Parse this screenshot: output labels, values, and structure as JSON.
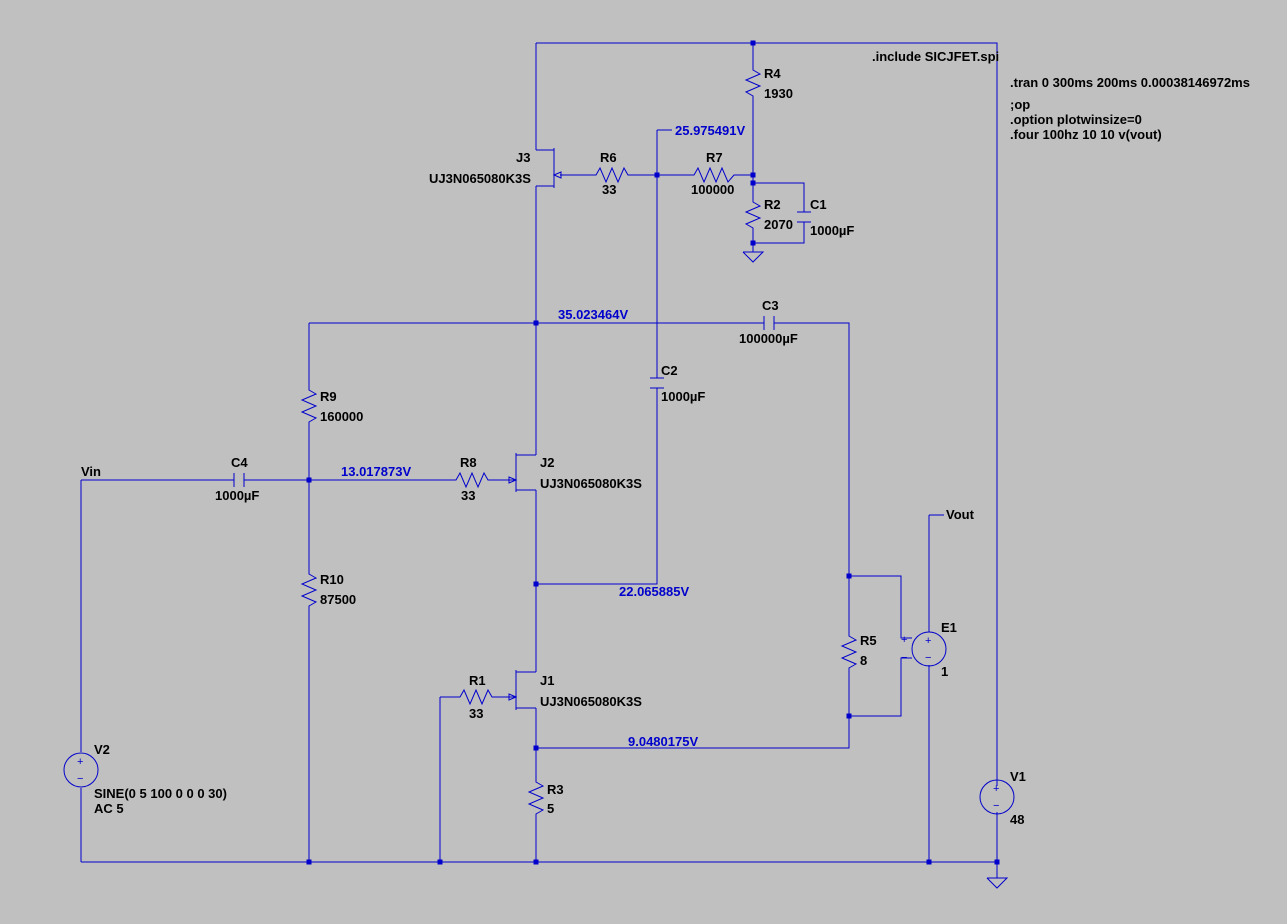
{
  "directives": {
    "include": ".include SICJFET.spi",
    "tran": ".tran 0 300ms 200ms 0.00038146972ms",
    "op": ";op",
    "option": ".option plotwinsize=0",
    "four": ".four 100hz 10 10 v(vout)"
  },
  "nodes": {
    "v_gate3": "25.975491V",
    "v_rail": "35.023464V",
    "v_gate2": "13.017873V",
    "v_mid": "22.065885V",
    "v_src1": "9.0480175V",
    "vin": "Vin",
    "vout": "Vout"
  },
  "components": {
    "R4": {
      "name": "R4",
      "value": "1930"
    },
    "R6": {
      "name": "R6",
      "value": "33"
    },
    "R7": {
      "name": "R7",
      "value": "100000"
    },
    "R2": {
      "name": "R2",
      "value": "2070"
    },
    "C1": {
      "name": "C1",
      "value": "1000µF"
    },
    "J3": {
      "name": "J3",
      "value": "UJ3N065080K3S"
    },
    "C3": {
      "name": "C3",
      "value": "100000µF"
    },
    "C2": {
      "name": "C2",
      "value": "1000µF"
    },
    "R9": {
      "name": "R9",
      "value": "160000"
    },
    "C4": {
      "name": "C4",
      "value": "1000µF"
    },
    "R8": {
      "name": "R8",
      "value": "33"
    },
    "J2": {
      "name": "J2",
      "value": "UJ3N065080K3S"
    },
    "R10": {
      "name": "R10",
      "value": "87500"
    },
    "R5": {
      "name": "R5",
      "value": "8"
    },
    "E1": {
      "name": "E1",
      "value": "1"
    },
    "R1": {
      "name": "R1",
      "value": "33"
    },
    "J1": {
      "name": "J1",
      "value": "UJ3N065080K3S"
    },
    "R3": {
      "name": "R3",
      "value": "5"
    },
    "V2": {
      "name": "V2",
      "value": "SINE(0 5 100 0 0 0 30)",
      "ac": "AC 5"
    },
    "V1": {
      "name": "V1",
      "value": "48"
    }
  }
}
